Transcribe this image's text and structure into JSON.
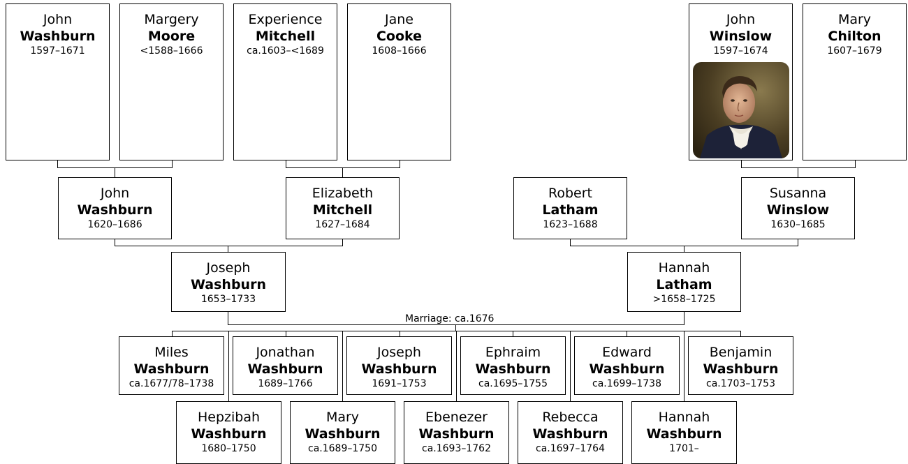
{
  "people": {
    "john_washburn_1597": {
      "given": "John",
      "surname": "Washburn",
      "dates": "1597–1671"
    },
    "margery_moore": {
      "given": "Margery",
      "surname": "Moore",
      "dates": "<1588–1666"
    },
    "experience_mitchell": {
      "given": "Experience",
      "surname": "Mitchell",
      "dates": "ca.1603–<1689"
    },
    "jane_cooke": {
      "given": "Jane",
      "surname": "Cooke",
      "dates": "1608–1666"
    },
    "john_winslow": {
      "given": "John",
      "surname": "Winslow",
      "dates": "1597–1674"
    },
    "mary_chilton": {
      "given": "Mary",
      "surname": "Chilton",
      "dates": "1607–1679"
    },
    "john_washburn_1620": {
      "given": "John",
      "surname": "Washburn",
      "dates": "1620–1686"
    },
    "elizabeth_mitchell": {
      "given": "Elizabeth",
      "surname": "Mitchell",
      "dates": "1627–1684"
    },
    "robert_latham": {
      "given": "Robert",
      "surname": "Latham",
      "dates": "1623–1688"
    },
    "susanna_winslow": {
      "given": "Susanna",
      "surname": "Winslow",
      "dates": "1630–1685"
    },
    "joseph_washburn_1653": {
      "given": "Joseph",
      "surname": "Washburn",
      "dates": "1653–1733"
    },
    "hannah_latham": {
      "given": "Hannah",
      "surname": "Latham",
      "dates": ">1658–1725"
    },
    "miles_washburn": {
      "given": "Miles",
      "surname": "Washburn",
      "dates": "ca.1677/78–1738"
    },
    "jonathan_washburn": {
      "given": "Jonathan",
      "surname": "Washburn",
      "dates": "1689–1766"
    },
    "joseph_washburn_1691": {
      "given": "Joseph",
      "surname": "Washburn",
      "dates": "1691–1753"
    },
    "ephraim_washburn": {
      "given": "Ephraim",
      "surname": "Washburn",
      "dates": "ca.1695–1755"
    },
    "edward_washburn": {
      "given": "Edward",
      "surname": "Washburn",
      "dates": "ca.1699–1738"
    },
    "benjamin_washburn": {
      "given": "Benjamin",
      "surname": "Washburn",
      "dates": "ca.1703–1753"
    },
    "hepzibah_washburn": {
      "given": "Hepzibah",
      "surname": "Washburn",
      "dates": "1680–1750"
    },
    "mary_washburn": {
      "given": "Mary",
      "surname": "Washburn",
      "dates": "ca.1689–1750"
    },
    "ebenezer_washburn": {
      "given": "Ebenezer",
      "surname": "Washburn",
      "dates": "ca.1693–1762"
    },
    "rebecca_washburn": {
      "given": "Rebecca",
      "surname": "Washburn",
      "dates": "ca.1697–1764"
    },
    "hannah_washburn": {
      "given": "Hannah",
      "surname": "Washburn",
      "dates": "1701–"
    }
  },
  "marriage_label": "Marriage: ca.1676"
}
